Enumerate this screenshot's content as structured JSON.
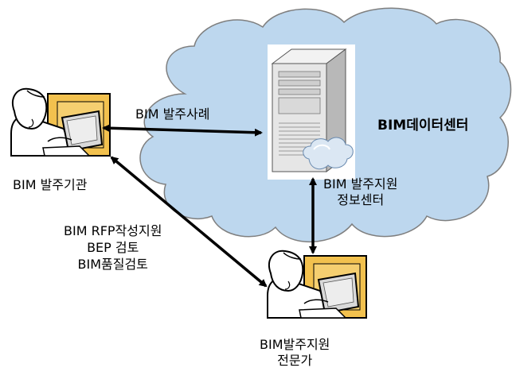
{
  "labels": {
    "data_center": "BIM데이터센터",
    "info_center_line1": "BIM 발주지원",
    "info_center_line2": "정보센터",
    "client": "BIM 발주기관",
    "expert_line1": "BIM발주지원",
    "expert_line2": "전문가",
    "case_arrow": "BIM 발주사례",
    "support_line1": "BIM RFP작성지원",
    "support_line2": "BEP 검토",
    "support_line3": "BIM품질검토"
  },
  "colors": {
    "cloud_fill": "#bdd7ee",
    "cloud_stroke": "#7f7f7f",
    "arrow": "#000000",
    "monitor_frame": "#f2c14e",
    "server_body": "#e6e6e6"
  },
  "icons": [
    "cloud-icon",
    "server-icon",
    "person-laptop-icon",
    "small-cloud-icon"
  ]
}
